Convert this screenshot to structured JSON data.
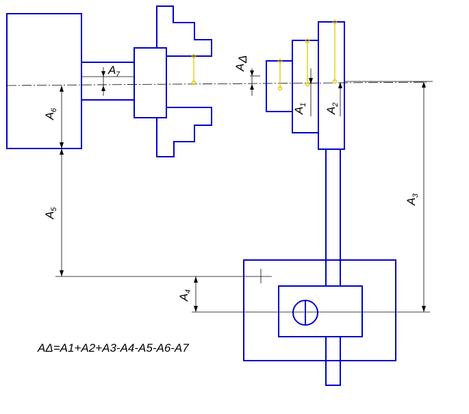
{
  "labels": {
    "A1": "A",
    "A1_sub": "1",
    "A2": "A",
    "A2_sub": "2",
    "A3": "A",
    "A3_sub": "3",
    "A4": "A",
    "A4_sub": "4",
    "A5": "A",
    "A5_sub": "5",
    "A6": "A",
    "A6_sub": "6",
    "A7": "A",
    "A7_sub": "7",
    "AD": "A",
    "AD_symbol": "Δ"
  },
  "formula": {
    "text": "AΔ=A1+A2+A3-A4-A5-A6-A7"
  },
  "colors": {
    "part_outline": "#0000cc",
    "dimension": "#000000",
    "point_marker": "#e0c800"
  }
}
